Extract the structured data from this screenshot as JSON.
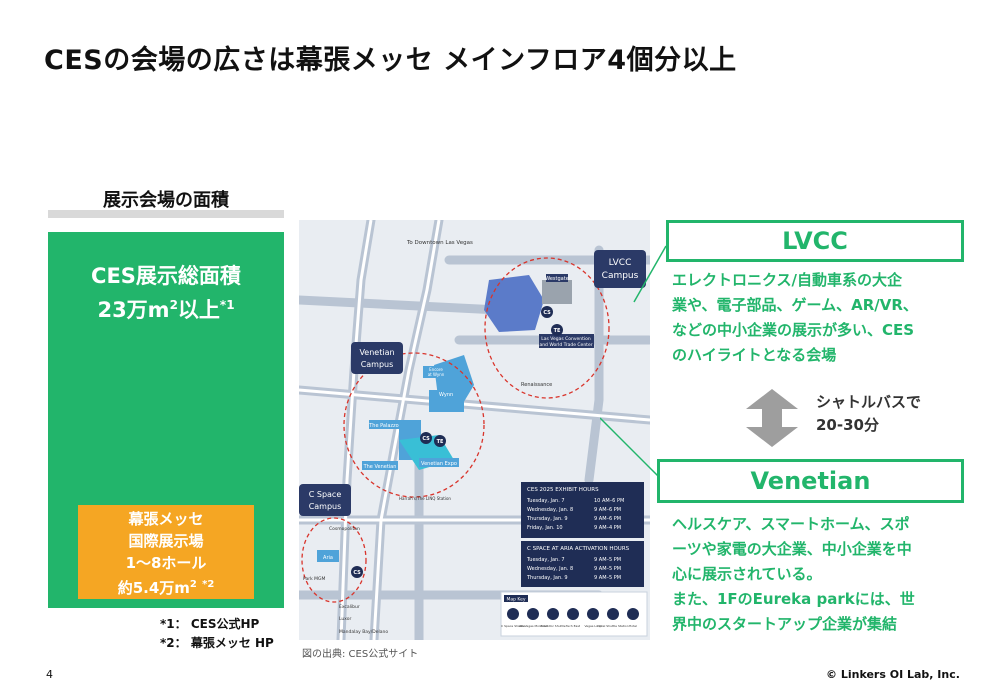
{
  "slide": {
    "title": "CESの会場の広さは幕張メッセ メインフロア4個分以上",
    "page_number": "4",
    "copyright": "© Linkers OI Lab, Inc."
  },
  "area_chart": {
    "heading": "展示会場の面積",
    "ces_line1": "CES展示総面積",
    "ces_value": "23万m",
    "ces_sup": "2",
    "ces_suffix": "以上",
    "ces_mark": "*1",
    "ces_color": "#22b56b",
    "makuhari_line1": "幕張メッセ",
    "makuhari_line2": "国際展示場",
    "makuhari_line3": "1～8ホール",
    "makuhari_value": "約5.4万m",
    "makuhari_sup": "2",
    "makuhari_mark": "*2",
    "makuhari_color": "#f5a623"
  },
  "notes": [
    {
      "mark": "*1：",
      "text": "CES公式HP"
    },
    {
      "mark": "*2：",
      "text": "幕張メッセ HP"
    }
  ],
  "map": {
    "source": "図の出典: CES公式サイト",
    "lvcc_campus": [
      "LVCC",
      "Campus"
    ],
    "venetian_campus": [
      "Venetian",
      "Campus"
    ],
    "cspace_campus": [
      "C Space",
      "Campus"
    ],
    "to_downtown": "To Downtown Las Vegas",
    "westgate": "Westgate",
    "lvcc_building": [
      "Las Vegas Convention",
      "and World Trade Center"
    ],
    "renaissance": "Renaissance",
    "encore": [
      "Encore",
      "at Wynn"
    ],
    "wynn": "Wynn",
    "the_palazzo": "The Palazzo",
    "the_venetian": "The Venetian",
    "venetian_expo": "Venetian Expo",
    "harrahs": "Harrah's/The LINQ Station",
    "cosmopolitan": "Cosmopolitan",
    "aria": "Aria",
    "park_mgm": "Park MGM",
    "excalibur": "Excalibur",
    "luxor": "Luxor",
    "mandalay": "Mandalay Bay/Delano",
    "stop_cs": "CS",
    "stop_te": "TE",
    "exhibit_hours": {
      "title": "CES 2025 EXHIBIT HOURS",
      "rows": [
        [
          "Tuesday, Jan. 7",
          "10 AM–6 PM"
        ],
        [
          "Wednesday, Jan. 8",
          "9 AM–6 PM"
        ],
        [
          "Thursday, Jan. 9",
          "9 AM–6 PM"
        ],
        [
          "Friday, Jan. 10",
          "9 AM–4 PM"
        ]
      ]
    },
    "cspace_hours": {
      "title": "C SPACE AT ARIA ACTIVATION HOURS",
      "rows": [
        [
          "Tuesday, Jan. 7",
          "9 AM–5 PM"
        ],
        [
          "Wednesday, Jan. 8",
          "9 AM–5 PM"
        ],
        [
          "Thursday, Jan. 9",
          "9 AM–5 PM"
        ]
      ]
    },
    "map_key": {
      "title": "Map Key",
      "items": [
        "C Space Shuttle",
        "Las Vegas Monorail",
        "Exhibitor Shuttle",
        "Tech East",
        "Vegas Loop",
        "Hotel Shuttle Station",
        "Hotel"
      ]
    }
  },
  "callouts": {
    "lvcc_title": "LVCC",
    "lvcc_desc": [
      "エレクトロニクス/自動車系の大企",
      "業や、電子部品、ゲーム、AR/VR、",
      "などの中小企業の展示が多い、CES",
      "のハイライトとなる会場"
    ],
    "shuttle": [
      "シャトルバスで",
      "20-30分"
    ],
    "venetian_title": "Venetian",
    "venetian_desc": [
      "ヘルスケア、スマートホーム、スポ",
      "ーツや家電の大企業、中小企業を中",
      "心に展示されている。",
      "また、1FのEureka parkには、世",
      "界中のスタートアップ企業が集結"
    ]
  }
}
